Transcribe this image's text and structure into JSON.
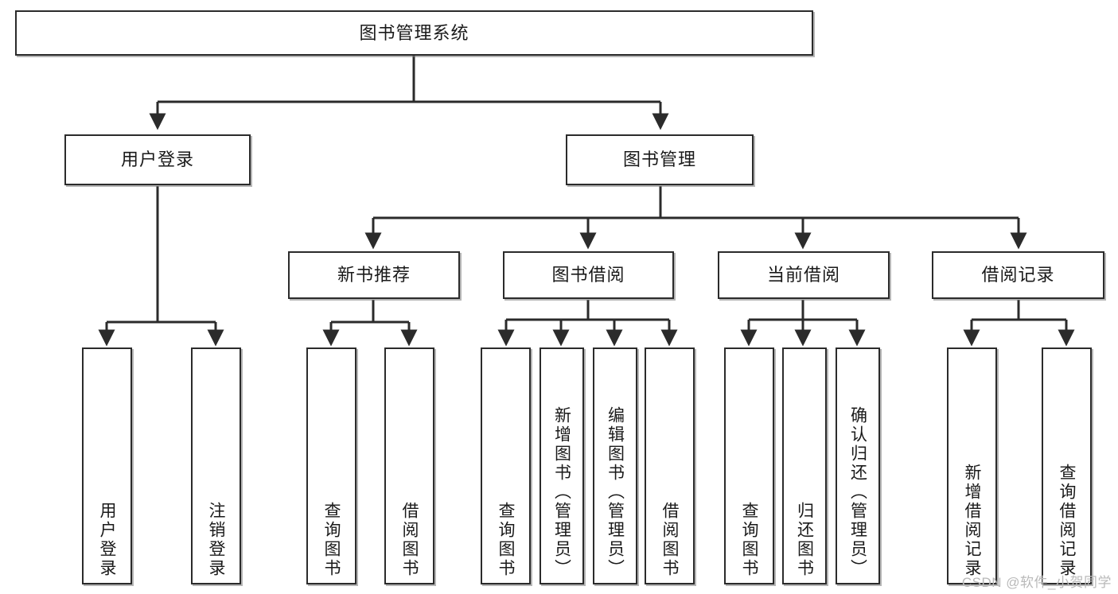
{
  "diagram": {
    "title": "图书管理系统",
    "type": "tree-hierarchy-chart",
    "stroke_color": "#2b2b2b",
    "fill_color": "#ffffff",
    "text_color": "#1a1a1a"
  },
  "watermark": {
    "text": "CSDN @软件_小贺同学",
    "color": "#b9b9b9"
  },
  "nodes": {
    "root": {
      "label": "图书管理系统"
    },
    "level2": [
      {
        "id": "user-login",
        "label": "用户登录"
      },
      {
        "id": "book-manage",
        "label": "图书管理"
      }
    ],
    "level3": [
      {
        "id": "new-book-recommend",
        "label": "新书推荐"
      },
      {
        "id": "book-borrow",
        "label": "图书借阅"
      },
      {
        "id": "current-borrow",
        "label": "当前借阅"
      },
      {
        "id": "borrow-record",
        "label": "借阅记录"
      }
    ],
    "leaves": {
      "user_login": [
        {
          "id": "leaf-user-login",
          "label": "用户登录"
        },
        {
          "id": "leaf-logout-login",
          "label": "注销登录"
        }
      ],
      "new_book_recommend": [
        {
          "id": "leaf-query-book-1",
          "label": "查询图书"
        },
        {
          "id": "leaf-borrow-book-1",
          "label": "借阅图书"
        }
      ],
      "book_borrow": [
        {
          "id": "leaf-query-book-2",
          "label": "查询图书"
        },
        {
          "id": "leaf-add-book",
          "label": "新增图书（管理员）"
        },
        {
          "id": "leaf-edit-book",
          "label": "编辑图书（管理员）"
        },
        {
          "id": "leaf-borrow-book-2",
          "label": "借阅图书"
        }
      ],
      "current_borrow": [
        {
          "id": "leaf-query-book-3",
          "label": "查询图书"
        },
        {
          "id": "leaf-return-book",
          "label": "归还图书"
        },
        {
          "id": "leaf-confirm-return",
          "label": "确认归还（管理员）"
        }
      ],
      "borrow_record": [
        {
          "id": "leaf-add-record",
          "label": "新增借阅记录"
        },
        {
          "id": "leaf-query-record",
          "label": "查询借阅记录"
        }
      ]
    }
  }
}
